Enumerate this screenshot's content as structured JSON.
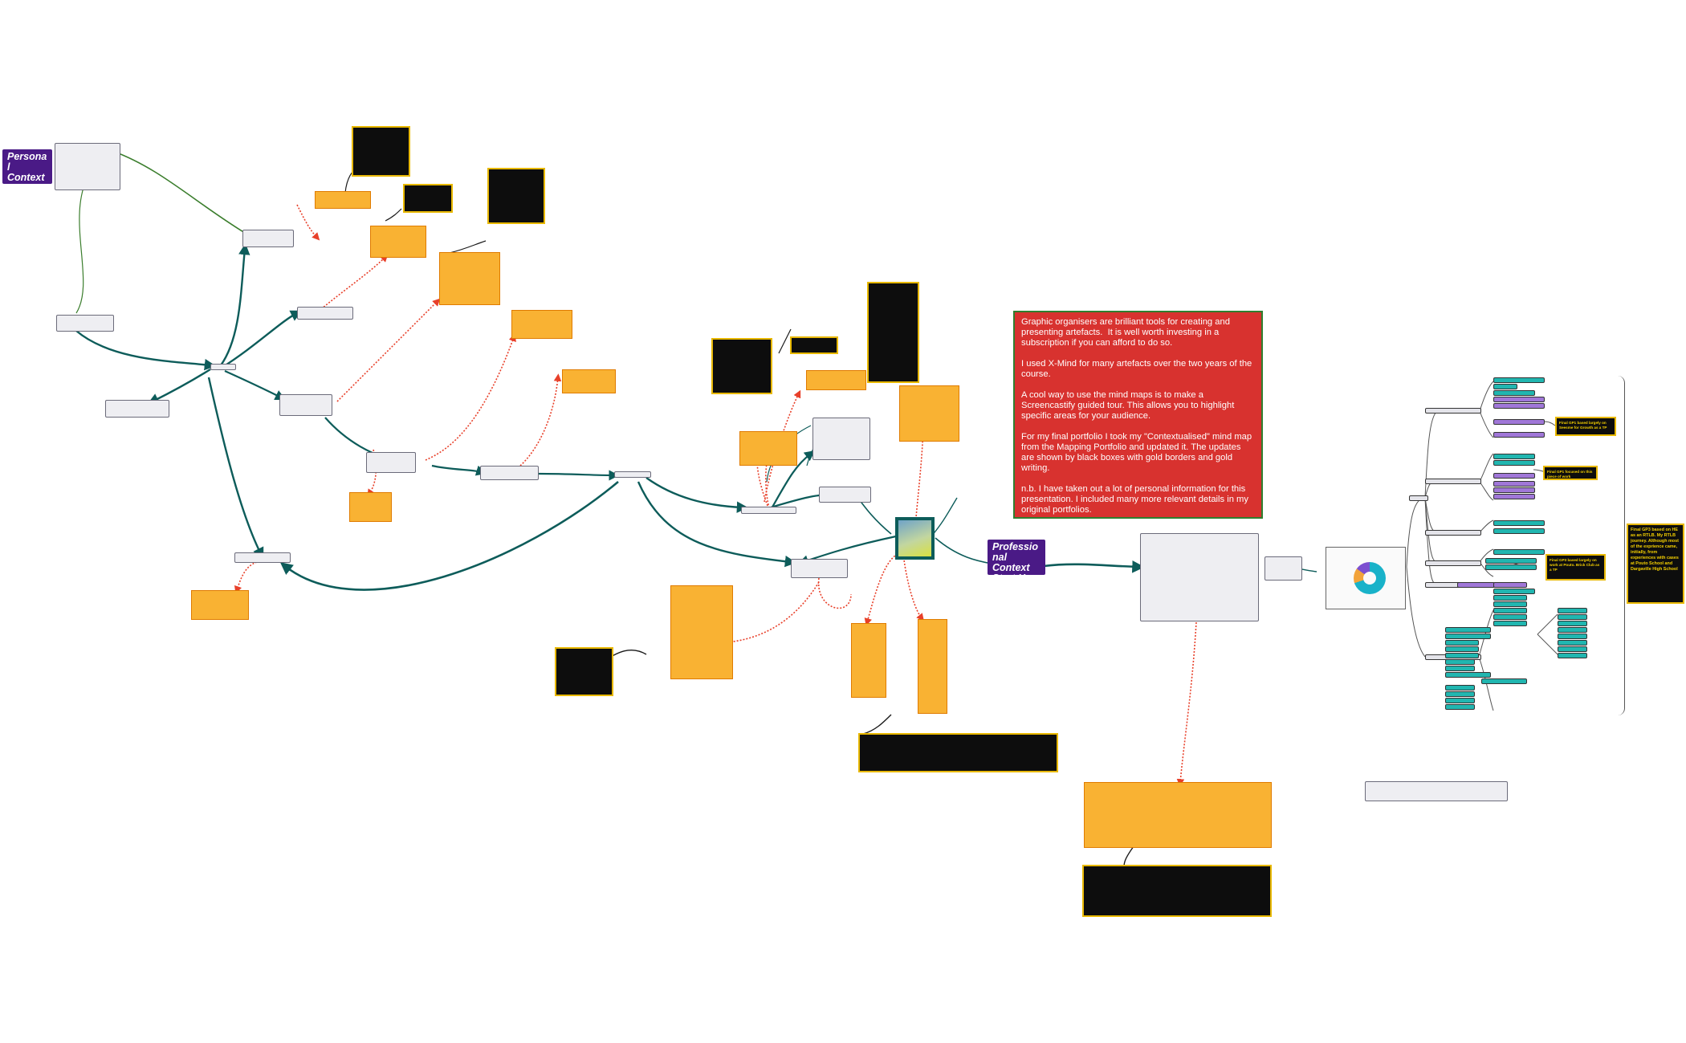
{
  "labels": {
    "personal_start": "Personal Context - Start HERE",
    "professional_start": "Professional Context Start Here"
  },
  "info_note": {
    "text": "Graphic organisers are brilliant tools for creating and presenting artefacts.  It is well worth investing in a subscription if you can afford to do so.\n\nI used X-Mind for many artefacts over the two years of the course.\n\nA cool way to use the mind maps is to make a Screencastify guided tour. This allows you to highlight specific areas for your audience.\n\nFor my final portfolio I took my \"Contextualised\" mind map from the Mapping Portfolio and updated it. The updates are shown by black boxes with gold borders and gold writing.\n\nn.b. I have taken out a lot of personal information for this presentation. I included many more relevant details in my original portfolios."
  },
  "side_notes": [
    "Final GP1 based largely on Seesme for Growth as a TP",
    "Final GP1 focused on this piece of work",
    "Final GP3 based largely on work at Pouto. Brick Club as a TP",
    "Final GP3 based on HE as an RTLB. My RTLB journey. Although most of the exprience came, initially, from experiences with cases at Pouto School and Dargaville High School"
  ],
  "colors": {
    "teal_link": "#0d5c5a",
    "green_link": "#3a7d2c",
    "red_dotted": "#e8402a",
    "purple_label": "#4a1a86",
    "orange_note": "#f9b233",
    "gold_text": "#f5d000",
    "red_note": "#d8322f"
  }
}
